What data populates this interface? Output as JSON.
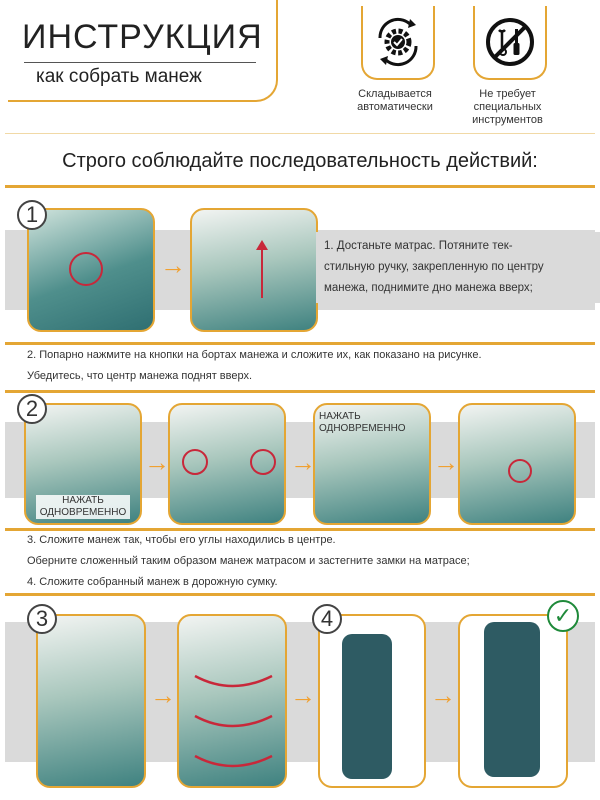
{
  "header": {
    "title": "ИНСТРУКЦИЯ",
    "subtitle": "как собрать манеж"
  },
  "features": [
    {
      "icon": "gear-rotate-check-icon",
      "label_lines": [
        "Складывается",
        "автоматически"
      ]
    },
    {
      "icon": "no-tools-icon",
      "label_lines": [
        "Не требует",
        "специальных",
        "инструментов"
      ]
    }
  ],
  "headline": "Строго соблюдайте последовательность действий:",
  "steps": {
    "step1": {
      "number": "1",
      "text_lines": [
        "1. Достаньте матрас. Потяните тек-",
        "стильную ручку, закрепленную по центру",
        "манежа, поднимите дно манежа вверх;"
      ]
    },
    "step2": {
      "number": "2",
      "text_lines": [
        "2. Попарно нажмите на кнопки на бортах манежа и сложите их, как показано на рисунке.",
        "Убедитесь, что центр манежа поднят вверх."
      ],
      "overlay_a": [
        "НАЖАТЬ",
        "ОДНОВРЕМЕННО"
      ],
      "overlay_b": [
        "НАЖАТЬ",
        "ОДНОВРЕМЕННО"
      ]
    },
    "step3": {
      "number": "3",
      "text_lines": [
        "3. Сложите манеж так, чтобы его углы находились в центре.",
        "Оберните сложенный таким образом манеж матрасом и застегните замки на матрасе;",
        "4. Сложите собранный манеж в дорожную сумку."
      ]
    },
    "step4": {
      "number": "4"
    }
  },
  "icons": {
    "arrow": "→",
    "check": "✓"
  },
  "colors": {
    "accent": "#e4a634",
    "arrow": "#f0a030",
    "band": "#dadada",
    "highlight_red": "#c8283a",
    "check_green": "#1f8a3a",
    "product_teal": "#2e5b63"
  }
}
